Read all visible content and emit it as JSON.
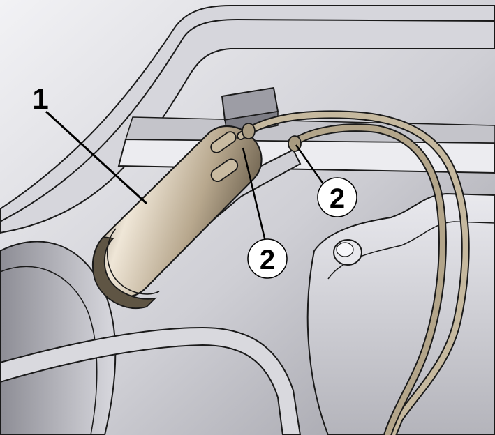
{
  "callouts": [
    {
      "id": "callout-1",
      "text": "1"
    },
    {
      "id": "callout-2a",
      "text": "2"
    },
    {
      "id": "callout-2b",
      "text": "2"
    }
  ],
  "colors": {
    "body_light": "#e6e6ea",
    "body_mid": "#bdbdc3",
    "body_dark": "#8f8f97",
    "outline": "#1a1a1a",
    "filter_light": "#ece2d2",
    "filter_mid": "#b8a88e",
    "filter_dark": "#6e624f",
    "hose": "#b3a58a",
    "hose_dark": "#6f6450"
  },
  "icons": [
    "fuel-filter-icon",
    "fuel-hose-icon"
  ]
}
